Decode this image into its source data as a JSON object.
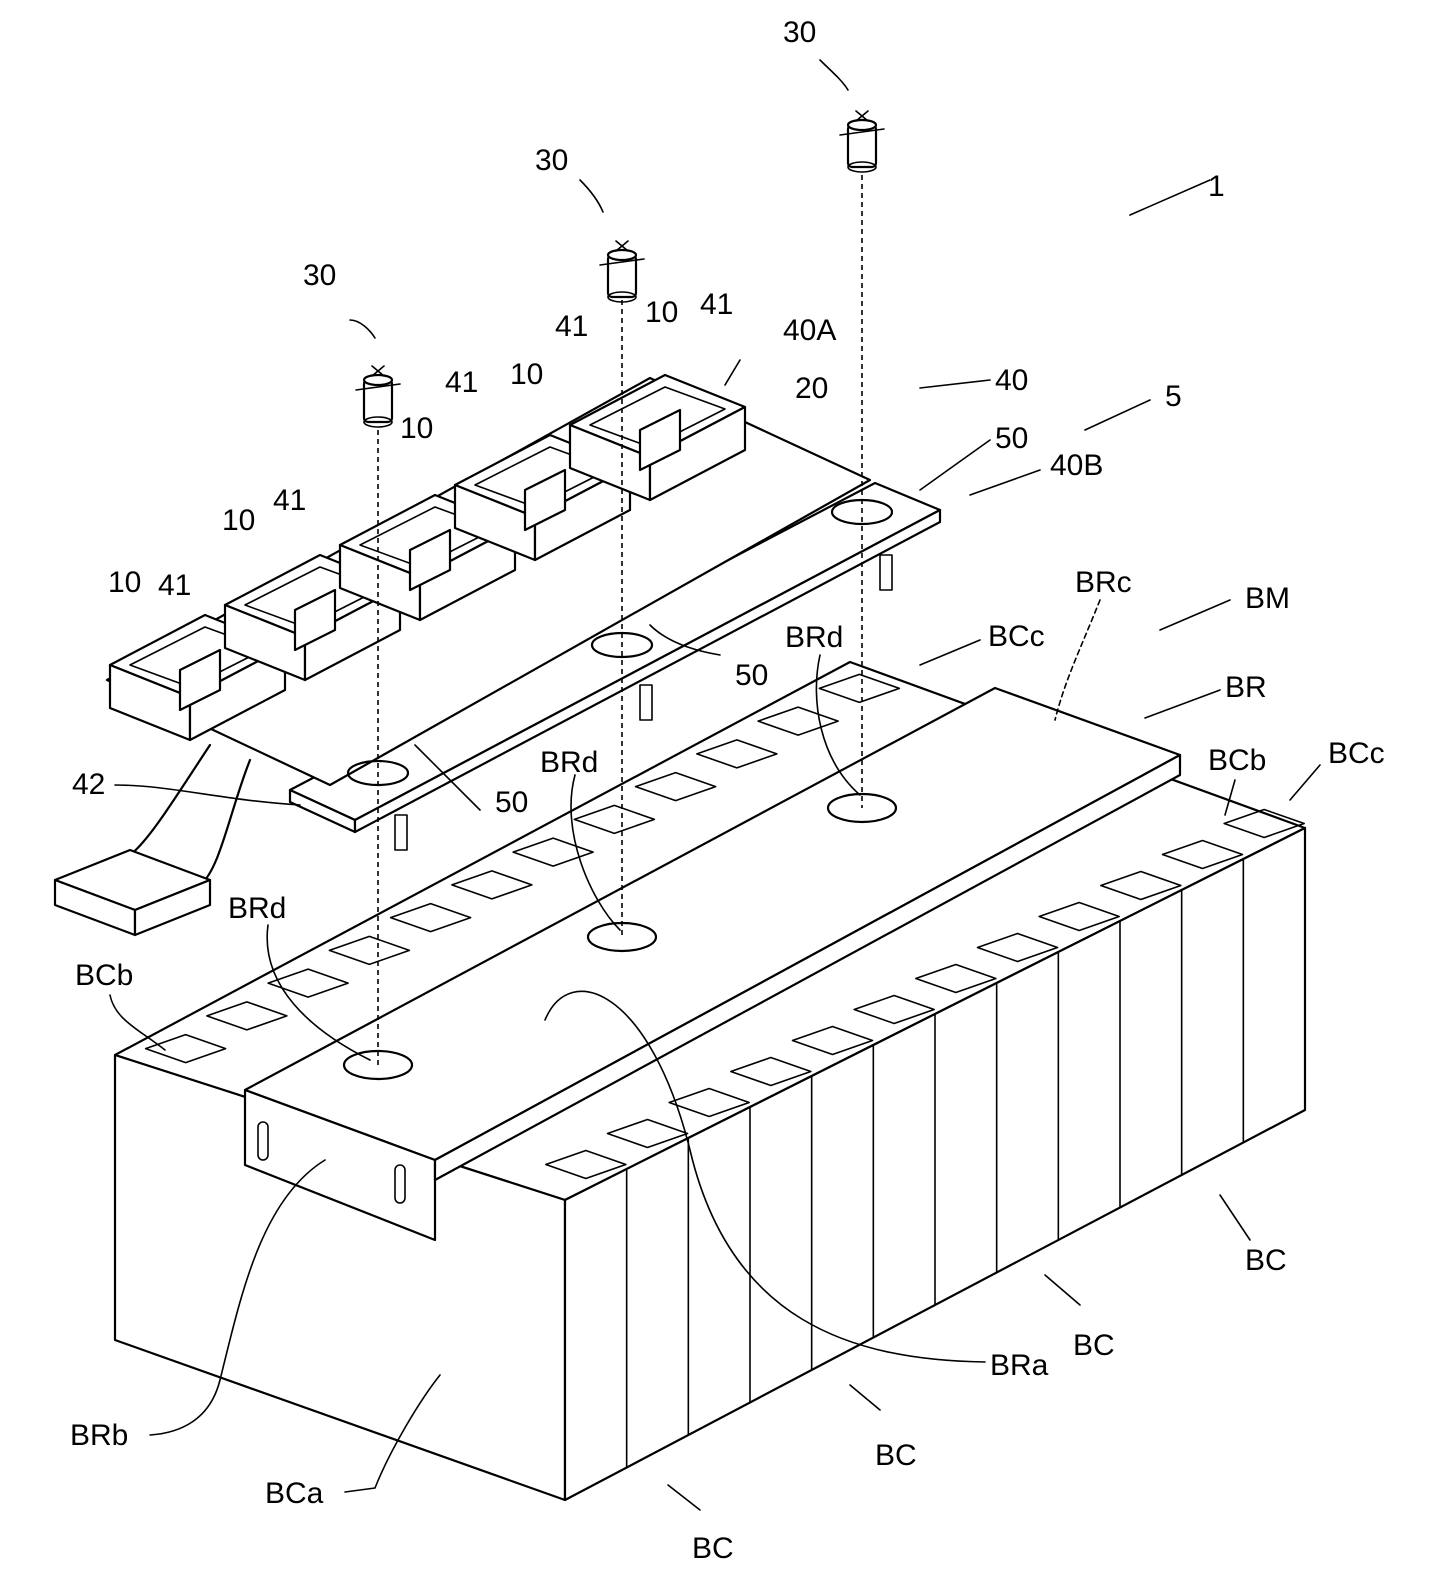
{
  "labels": {
    "l_1": "1",
    "l_5": "5",
    "l_40": "40",
    "l_40a": "40A",
    "l_40b": "40B",
    "l_20": "20",
    "l_42": "42",
    "l_30_left": "30",
    "l_30_mid": "30",
    "l_30_right": "30",
    "l_50_right": "50",
    "l_50_mid": "50",
    "l_50_left": "50",
    "l_41_a": "41",
    "l_41_b": "41",
    "l_41_c": "41",
    "l_41_d": "41",
    "l_41_e": "41",
    "l_10_a": "10",
    "l_10_b": "10",
    "l_10_c": "10",
    "l_10_d": "10",
    "l_10_e": "10",
    "l_bm": "BM",
    "l_br": "BR",
    "l_brc": "BRc",
    "l_brd_right": "BRd",
    "l_brd_mid": "BRd",
    "l_brd_left": "BRd",
    "l_bcc_top": "BCc",
    "l_bcc_right": "BCc",
    "l_bcb_right": "BCb",
    "l_bcb_left": "BCb",
    "l_bra": "BRa",
    "l_brb": "BRb",
    "l_bca": "BCa",
    "l_bc_1": "BC",
    "l_bc_2": "BC",
    "l_bc_3": "BC",
    "l_bc_4": "BC"
  }
}
